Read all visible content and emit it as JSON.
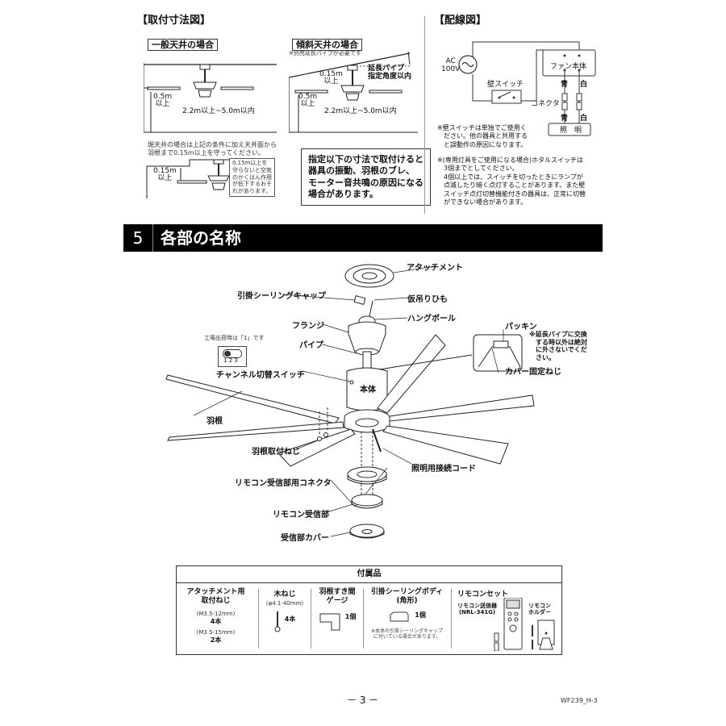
{
  "mounting": {
    "title": "【取付寸法図】",
    "flat": {
      "label": "一般天井の場合",
      "side_clearance": "0.5m\n以上",
      "height_range": "2.2m以上~5.0m以内"
    },
    "sloped": {
      "label": "傾斜天井の場合",
      "note": "※別売延長パイプが必要です",
      "angle_label": "延長パイプ\n指定角度以内",
      "top_clearance": "0.15m\n以上",
      "side_clearance": "0.5m\n以上",
      "height_range": "2.2m以上~5.0m以内"
    },
    "recessed": {
      "note_line1": "堀天井の場合は上記の条件に加え天井面から",
      "note_line2": "羽根まで0.15m以上を守ってください。",
      "clearance": "0.15m\n以上",
      "warning": "0.15m以上を\n守らないと空気\nのかくはん作用\nが低下するおそ\nれがあります。"
    },
    "caution_box": "指定以下の寸法で取付けると\n器具の振動、羽根のブレ、\nモーター音共鳴の原因になる\n場合があります。"
  },
  "wiring": {
    "title": "【配線図】",
    "ac_label": "AC\n100V",
    "wall_switch": "壁スイッチ",
    "fan_body": "ファン本体",
    "blue_top": "青",
    "white_top": "白",
    "connector": "コネクタ",
    "blue_bottom": "青",
    "white_bottom": "白",
    "lighting": "照　明",
    "note1": "※壁スイッチは単独でご使用く\n　ださい。他の器具と共用する\n　と誤動作の原因になります。",
    "note2": "※(専用灯具をご使用になる場合)ホタルスイッチは\n　3個までとしてください。\n　4個以上では、スイッチを切ったときにランプが\n　点滅したり暗く点灯することがあります。また壁\n　スイッチ点灯切替機能付きの器具は、正常に切替\n　ができない場合があります。"
  },
  "section": {
    "number": "5",
    "title": "各部の名称"
  },
  "parts": {
    "factory_note": "工場出荷時は「1」です",
    "switch_positions": "1 2 3",
    "labels": {
      "attachment": "アタッチメント",
      "ceiling_cap": "引掛シーリングキャップ",
      "temp_cord": "仮吊りひも",
      "hang_ball": "ハングボール",
      "flange": "フランジ",
      "pipe": "パイプ",
      "channel_switch": "チャンネル切替スイッチ",
      "body": "本体",
      "blade": "羽根",
      "blade_screw": "羽根取付ねじ",
      "light_cord": "照明用接続コード",
      "remote_connector": "リモコン受信部用コネクタ",
      "remote_receiver": "リモコン受信部",
      "receiver_cover": "受信部カバー",
      "packing": "パッキン",
      "cover_screw": "カバー固定ねじ",
      "ext_pipe_note": "※延長パイプに交換\n　する時以外は絶対\n　に外さないでくだ\n　さい。"
    }
  },
  "accessories": {
    "title": "付属品",
    "items": [
      {
        "name": "アタッチメント用\n取付ねじ",
        "spec1": "(M3.5-12mm)",
        "qty1": "4本",
        "spec2": "(M3.5-15mm)",
        "qty2": "2本"
      },
      {
        "name": "木ねじ",
        "spec": "(φ4.1-40mm)",
        "qty": "4本"
      },
      {
        "name": "羽根すき間\nゲージ",
        "qty": "1個"
      },
      {
        "name": "引掛シーリングボディ\n(角形)",
        "qty": "1個",
        "note": "※本体の引掛シーリングキャップ\nに付いている場合があります。"
      },
      {
        "name": "リモコンセット",
        "transmitter": "リモコン送信器\n(NRL-341G)",
        "holder": "リモコン\nホルダー"
      }
    ]
  },
  "footer": {
    "page": "－ 3 －",
    "code": "WF239_H-3"
  }
}
